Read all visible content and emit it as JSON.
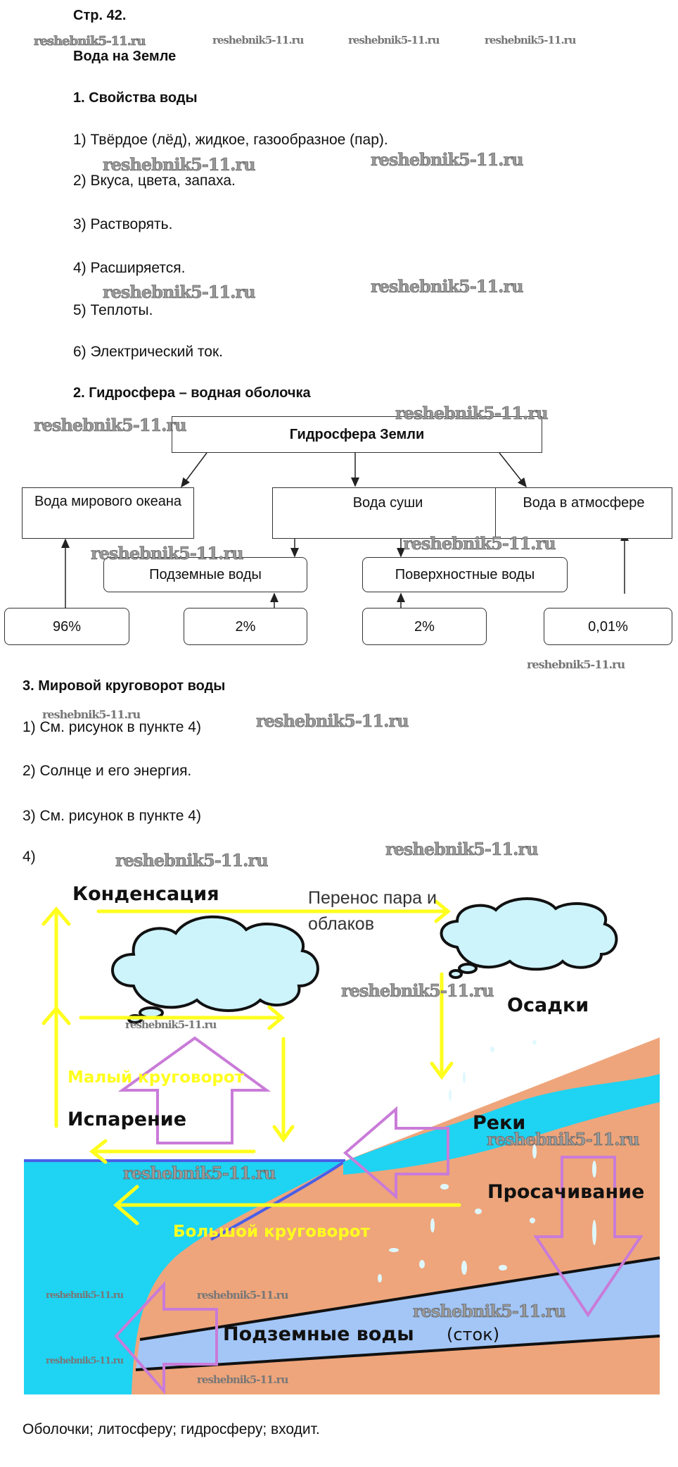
{
  "page_label": "Стр. 42.",
  "title": "Вода на Земле",
  "section1": {
    "heading": "1. Свойства воды",
    "items": [
      "1) Твёрдое (лёд), жидкое, газообразное (пар).",
      "2) Вкуса, цвета, запаха.",
      "3) Растворять.",
      "4) Расширяется.",
      "5) Теплоты.",
      "6) Электрический ток."
    ]
  },
  "section2": {
    "heading": "2. Гидросфера – водная оболочка",
    "diagram": {
      "root": "Гидросфера Земли",
      "ocean": "Вода мирового океана",
      "land": "Вода суши",
      "atmosphere": "Вода в атмосфере",
      "underground": "Подземные воды",
      "surface": "Поверхностные воды",
      "percents": [
        "96%",
        "2%",
        "2%",
        "0,01%"
      ]
    }
  },
  "section3": {
    "heading": "3. Мировой круговорот воды",
    "items": [
      "1) См. рисунок в пункте 4)",
      "2) Солнце и его энергия.",
      "3) См. рисунок в пункте 4)",
      "4)"
    ],
    "figure": {
      "condensation": "Конденсация",
      "transfer_line1": "Перенос пара и",
      "transfer_line2": "облаков",
      "precipitation": "Осадки",
      "small_cycle": "Малый круговорот",
      "evaporation": "Испарение",
      "rivers": "Реки",
      "seepage": "Просачивание",
      "big_cycle": "Большой круговорот",
      "groundwater": "Подземные воды",
      "runoff": "(сток)"
    }
  },
  "footer_text": "Оболочки; литосферу; гидросферу; входит.",
  "watermark": "reshebnik5-11.ru",
  "colors": {
    "ocean": "#1fd3f2",
    "land": "#eea57b",
    "groundwater": "#a3c6f7",
    "yellow": "#ffff1e",
    "purple": "#c97bd8",
    "cloud": "#cdf3fb"
  }
}
